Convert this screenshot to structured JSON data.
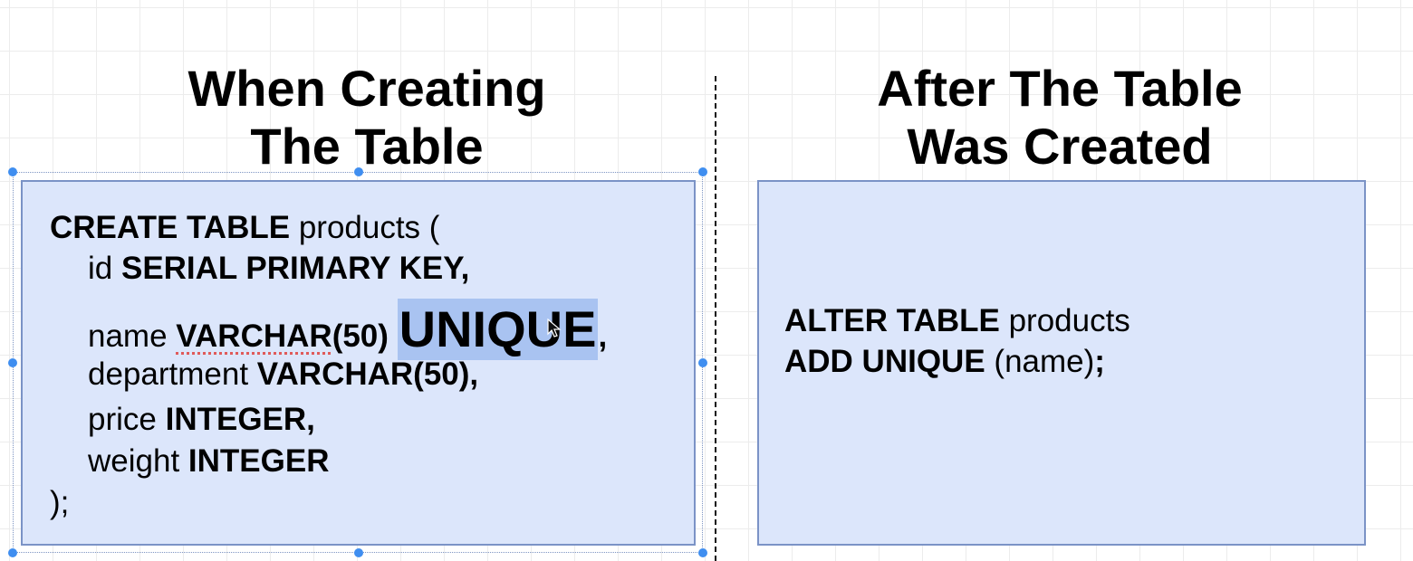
{
  "headings": {
    "left": [
      "When Creating",
      "The Table"
    ],
    "right": [
      "After The Table",
      "Was Created"
    ]
  },
  "left_panel": {
    "lines": [
      [
        {
          "t": "CREATE TABLE",
          "b": true
        },
        {
          "t": " products (",
          "b": false
        }
      ],
      [
        {
          "t": "id ",
          "b": false
        },
        {
          "t": "SERIAL PRIMARY KEY,",
          "b": true
        }
      ],
      [
        {
          "t": "name ",
          "b": false
        },
        {
          "t": "VARCHAR",
          "b": true,
          "spell": true
        },
        {
          "t": "(50) ",
          "b": true
        },
        {
          "t": "UNIQUE",
          "b": true,
          "highlight": true
        },
        {
          "t": ",",
          "b": true
        }
      ],
      [
        {
          "t": "department ",
          "b": false
        },
        {
          "t": "VARCHAR(50),",
          "b": true
        }
      ],
      [
        {
          "t": "price ",
          "b": false
        },
        {
          "t": "INTEGER,",
          "b": true
        }
      ],
      [
        {
          "t": "weight ",
          "b": false
        },
        {
          "t": "INTEGER",
          "b": true
        }
      ],
      [
        {
          "t": ");",
          "b": false
        }
      ]
    ]
  },
  "right_panel": {
    "lines": [
      [
        {
          "t": "ALTER TABLE",
          "b": true
        },
        {
          "t": " products",
          "b": false
        }
      ],
      [
        {
          "t": "ADD UNIQUE",
          "b": true
        },
        {
          "t": " (name)",
          "b": false
        },
        {
          "t": ";",
          "b": true
        }
      ]
    ]
  },
  "colors": {
    "panel_fill": "#dce6fb",
    "panel_border": "#7b93c6",
    "highlight": "#a9c3f1",
    "handle": "#3f8ef0"
  }
}
